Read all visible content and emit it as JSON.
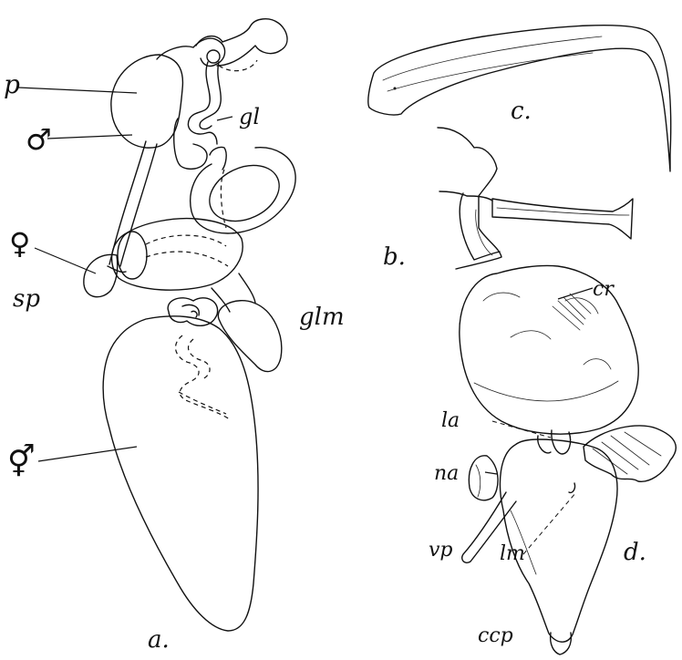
{
  "labels": {
    "p": "p",
    "male": "♂",
    "gl": "gl",
    "female": "♀",
    "sp": "sp",
    "glm": "glm",
    "hermaphrodite": "⚥",
    "a": "a.",
    "c": "c.",
    "b": "b.",
    "cr": "cr",
    "la": "la",
    "na": "na",
    "vp": "vp",
    "lm": "lm",
    "d": "d.",
    "ccp": "ccp"
  }
}
